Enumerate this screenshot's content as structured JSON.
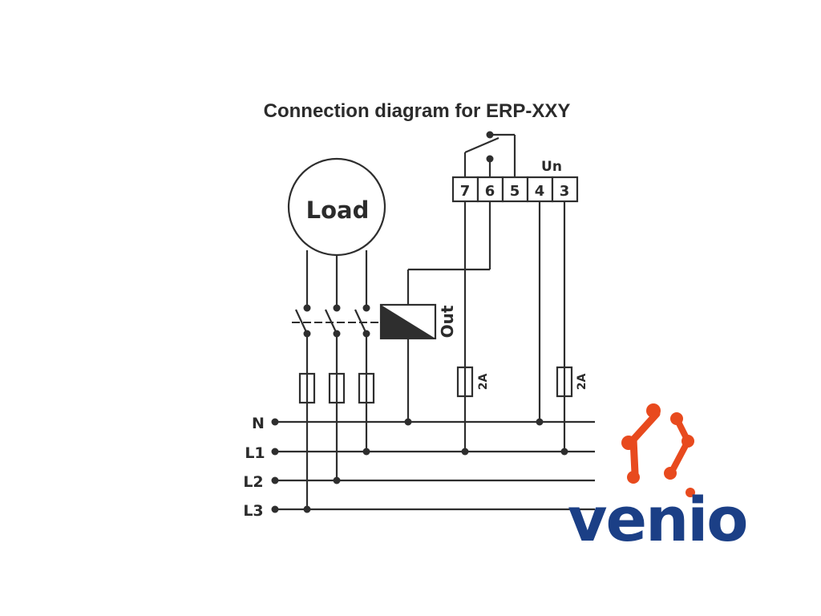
{
  "title": "Connection diagram for ERP-XXY",
  "load_label": "Load",
  "out_label": "Out",
  "un_label": "Un",
  "terminals": [
    "7",
    "6",
    "5",
    "4",
    "3"
  ],
  "fuse_rating": "2A",
  "lines": [
    "N",
    "L1",
    "L2",
    "L3"
  ],
  "logo": {
    "text": "venio",
    "text_color": "#1b3f86",
    "mark_color": "#e84a1e"
  },
  "colors": {
    "wire": "#2e2e2e",
    "background": "#ffffff"
  }
}
